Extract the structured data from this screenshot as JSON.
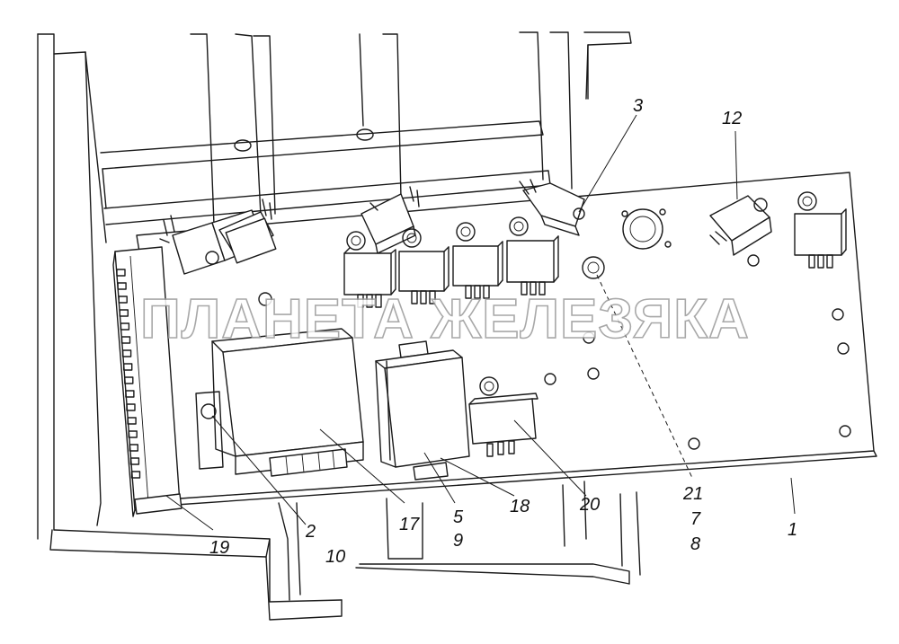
{
  "watermark": "ПЛАНЕТА ЖЕЛЕЗЯКА",
  "callouts": {
    "c1": "1",
    "c2": "2",
    "c3": "3",
    "c5": "5",
    "c7": "7",
    "c8": "8",
    "c9": "9",
    "c10": "10",
    "c12": "12",
    "c17": "17",
    "c18": "18",
    "c19": "19",
    "c20": "20",
    "c21": "21"
  },
  "colors": {
    "line": "#1a1a1a",
    "background": "#ffffff",
    "watermark_outline": "#9a9a9a"
  }
}
